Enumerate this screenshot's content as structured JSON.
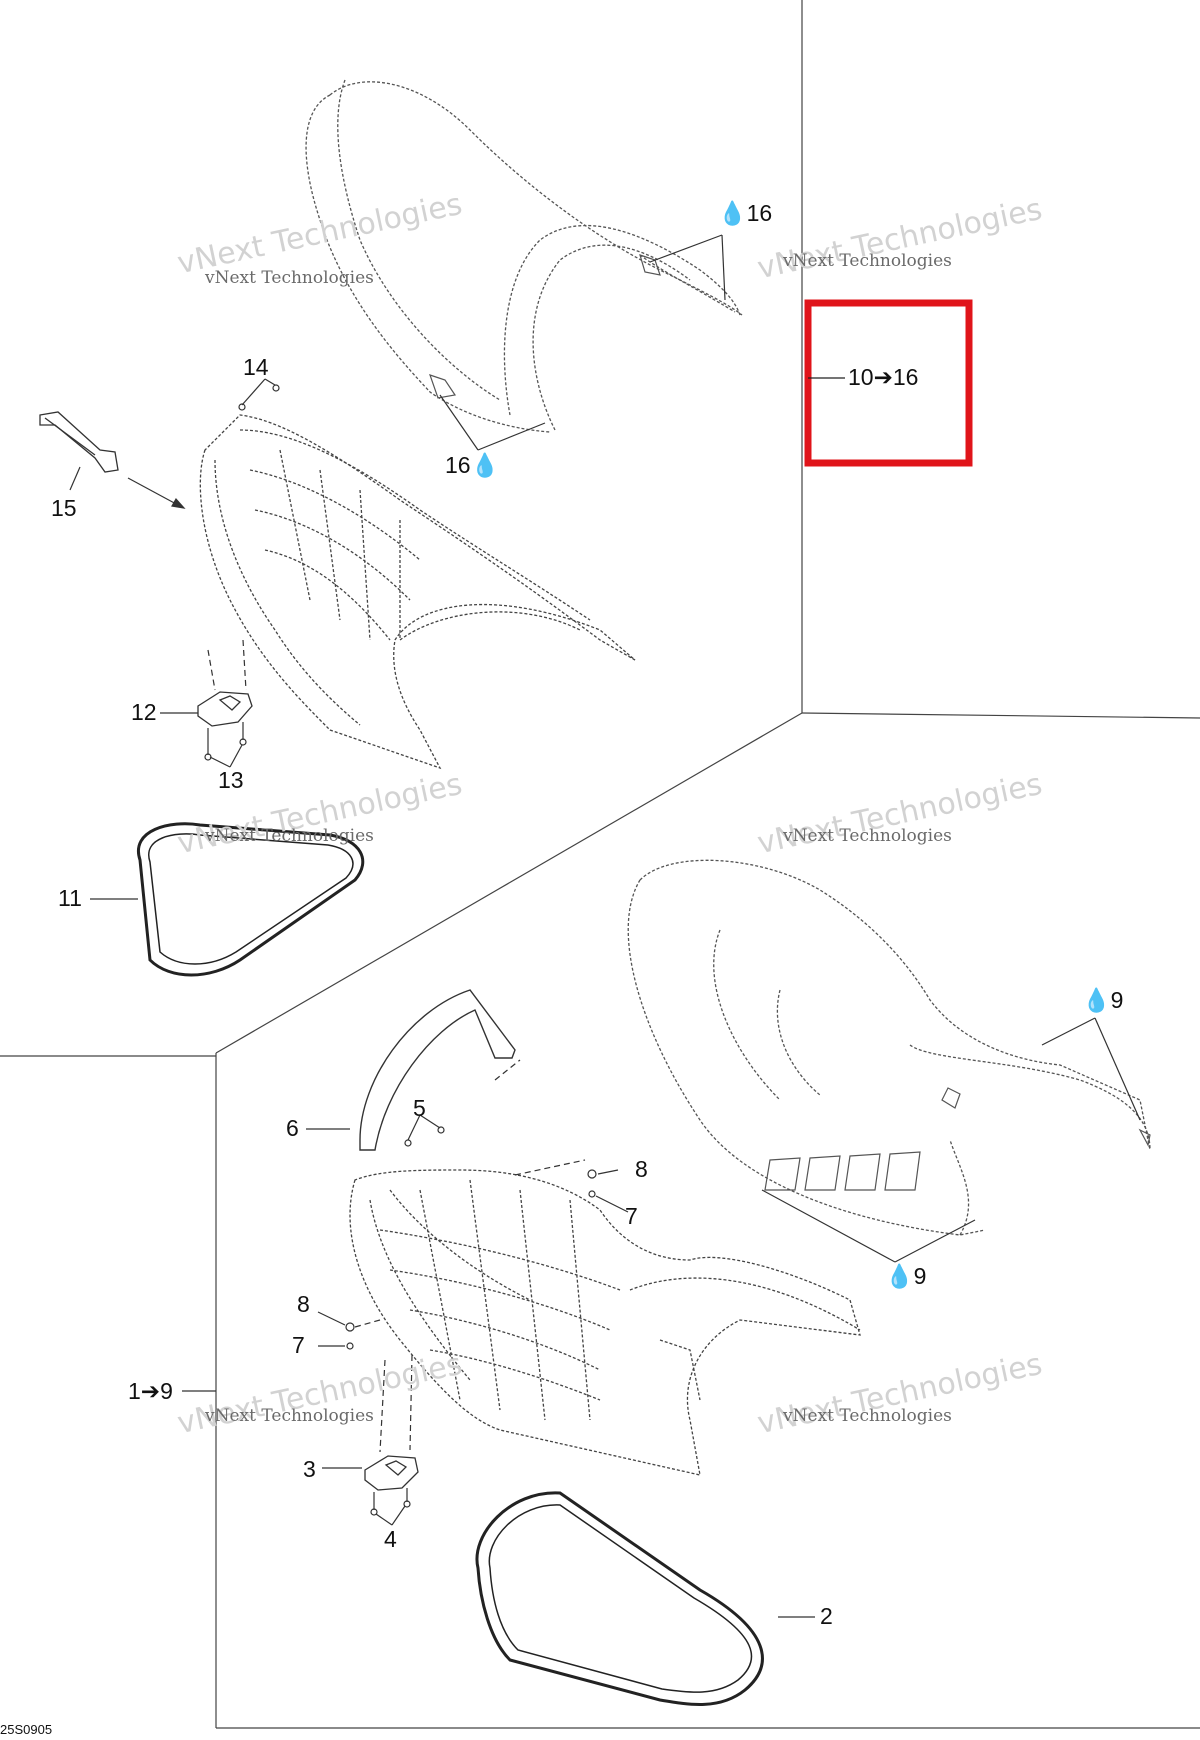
{
  "callouts": {
    "c16_top": "💧16",
    "c16_left": "16💧",
    "c10_16": "10➔16",
    "c14": "14",
    "c15": "15",
    "c12": "12",
    "c13": "13",
    "c11": "11",
    "c9_top": "💧9",
    "c9_bottom": "💧9",
    "c6": "6",
    "c5": "5",
    "c8_right": "8",
    "c7_right": "7",
    "c8_left": "8",
    "c7_left": "7",
    "c1_9": "1➔9",
    "c3": "3",
    "c4": "4",
    "c2": "2"
  },
  "watermark": {
    "small": "vNext Technologies",
    "big": "vNext Technologies"
  },
  "document_ref": "25S0905",
  "colors": {
    "highlight": "#e0141a",
    "line": "#333333",
    "watermark": "#cccccc"
  },
  "icons": {
    "sealant": "drop-icon",
    "arrow": "right-arrow-icon"
  }
}
